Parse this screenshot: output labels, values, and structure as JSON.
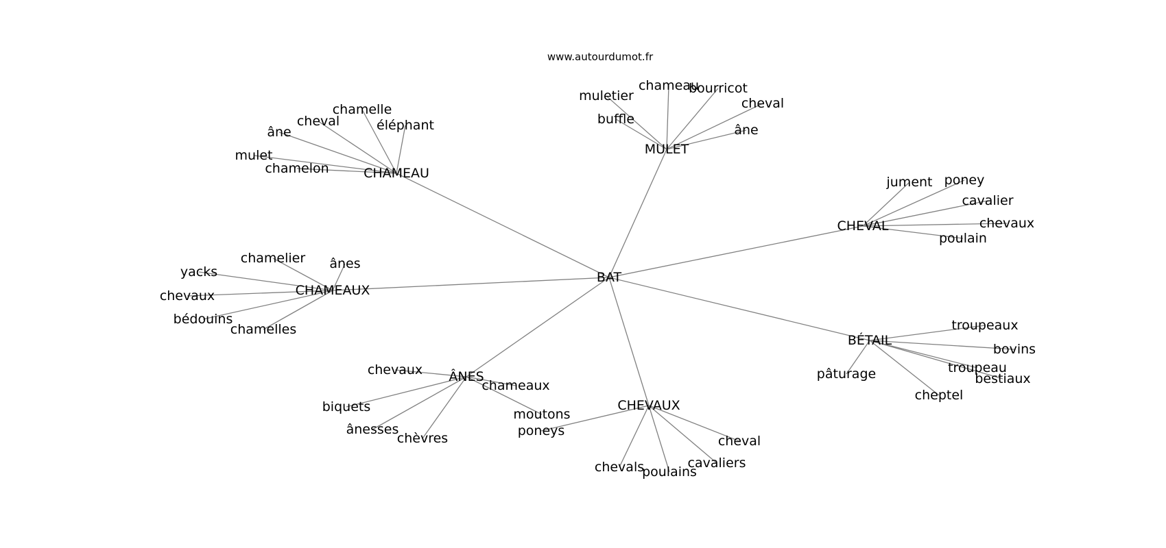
{
  "site": "www.autourdumot.fr",
  "center": "BAT",
  "groups": [
    {
      "hub": "MULET",
      "leaves": [
        "muletier",
        "chameau",
        "bourricot",
        "cheval",
        "buffle",
        "âne"
      ]
    },
    {
      "hub": "CHAMEAU",
      "leaves": [
        "chamelle",
        "cheval",
        "éléphant",
        "âne",
        "mulet",
        "chamelon"
      ]
    },
    {
      "hub": "CHEVAL",
      "leaves": [
        "jument",
        "poney",
        "cavalier",
        "chevaux",
        "poulain"
      ]
    },
    {
      "hub": "CHAMEAUX",
      "leaves": [
        "chamelier",
        "ânes",
        "yacks",
        "chevaux",
        "bédouins",
        "chamelles"
      ]
    },
    {
      "hub": "BÉTAIL",
      "leaves": [
        "troupeaux",
        "bovins",
        "troupeau",
        "bestiaux",
        "pâturage",
        "cheptel"
      ]
    },
    {
      "hub": "ÂNES",
      "leaves": [
        "chevaux",
        "chameaux",
        "biquets",
        "ânesses",
        "chèvres",
        "moutons"
      ]
    },
    {
      "hub": "CHEVAUX",
      "leaves": [
        "poneys",
        "cheval",
        "cavaliers",
        "chevals",
        "poulains"
      ]
    }
  ]
}
